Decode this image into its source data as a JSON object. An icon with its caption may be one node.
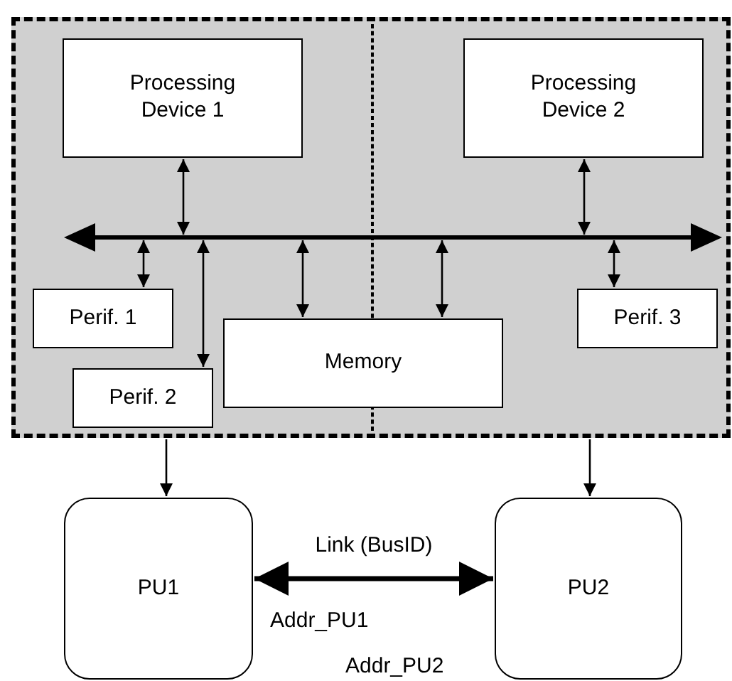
{
  "diagram": {
    "nodes": [
      {
        "text": [],
        "shape": "box"
      },
      {
        "text": [],
        "shape": "box",
        "in": 0
      },
      {
        "text": [],
        "shape": "box",
        "in": 0
      },
      {
        "text": [
          "Processing Device 1"
        ],
        "in": 1
      },
      {
        "text": [
          "Processing Device 2"
        ],
        "in": 2
      },
      {
        "text": [],
        "shape": "bar",
        "in": 0
      },
      {
        "text": [
          "Perif. 1"
        ],
        "in": 1
      },
      {
        "text": [
          "Perif. 2"
        ],
        "in": 1
      },
      {
        "text": [
          "Memory"
        ],
        "in": 0
      },
      {
        "text": [
          "Perif. 3"
        ],
        "in": 2
      },
      {
        "text": [
          "PU1"
        ]
      },
      {
        "text": [
          "PU2"
        ]
      }
    ],
    "edges": [
      {
        "from": 3,
        "to": 5,
        "arrow": "both"
      },
      {
        "from": 4,
        "to": 5,
        "arrow": "both"
      },
      {
        "from": 6,
        "to": 5,
        "arrow": "both"
      },
      {
        "from": 7,
        "to": 5,
        "arrow": "both"
      },
      {
        "from": 8,
        "to": 5,
        "arrow": "both"
      },
      {
        "from": 8,
        "to": 5,
        "arrow": "both"
      },
      {
        "from": 9,
        "to": 5,
        "arrow": "both"
      },
      {
        "from": 1,
        "to": 10,
        "arrow": "to"
      },
      {
        "from": 2,
        "to": 11,
        "arrow": "to"
      },
      {
        "from": 10,
        "to": 11,
        "arrow": "both",
        "label": "Link (BusID)",
        "style": "thick"
      }
    ],
    "labels": [
      "Addr_PU1",
      "Addr_PU2"
    ]
  }
}
